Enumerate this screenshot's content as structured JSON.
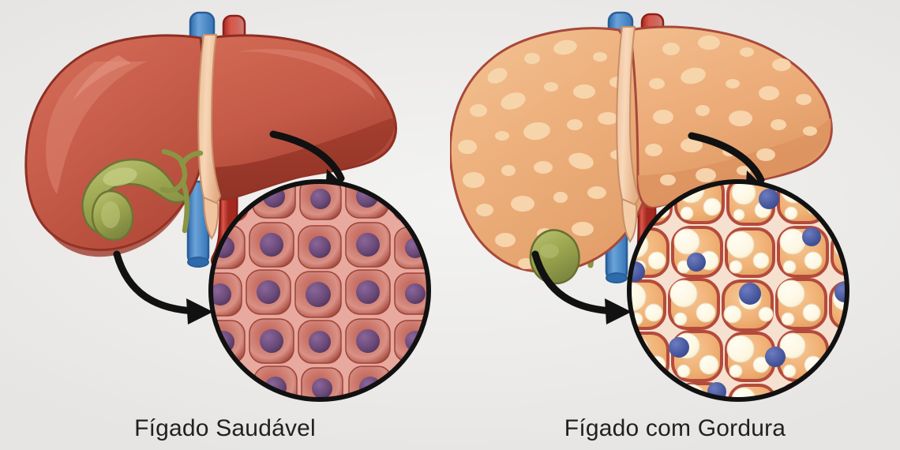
{
  "figure": {
    "kind": "medical-illustration",
    "subject": "liver-comparison",
    "background_color": "#eeeeec"
  },
  "panels": [
    {
      "id": "healthy",
      "caption": "Fígado Saudável",
      "organ": {
        "name": "liver-healthy",
        "body_color": "#cb5f4c",
        "body_color_dark": "#b34a3a",
        "body_color_light": "#d87a65",
        "outline_color": "#8e2f24",
        "shading_color": "#a8402f"
      },
      "ligament": {
        "name": "falciform-ligament",
        "color": "#f2c9a8",
        "outline": "#c98f68"
      },
      "gallbladder": {
        "name": "gallbladder",
        "color": "#9aa44e",
        "highlight": "#bcc472",
        "outline": "#6c7535"
      },
      "bile_duct": {
        "name": "bile-duct",
        "color": "#8a9543",
        "outline": "#656f2e"
      },
      "vein": {
        "name": "hepatic-vein",
        "color": "#3f7ec0",
        "light": "#6ba3d8",
        "outline": "#2a5d98"
      },
      "artery": {
        "name": "hepatic-artery",
        "color": "#c2392f",
        "light": "#d9584a",
        "outline": "#8e2018"
      },
      "inset": {
        "name": "hepatocytes-healthy",
        "border_color": "#111111",
        "cell_color": "#b8544a",
        "cell_color_dark": "#9c4238",
        "cell_edge_color": "#eaa79c",
        "gap_color": "#e8a99e",
        "nucleus_color": "#6b4b7a",
        "nucleus_dark": "#4e3359",
        "cell_rows": 6,
        "cell_cols": 6,
        "description": "Células hepáticas uniformes com núcleos roxos centrais"
      },
      "arrows": [
        {
          "name": "arrow-organ-to-inset",
          "color": "#111111"
        },
        {
          "name": "arrow-lower-to-inset",
          "color": "#111111"
        }
      ]
    },
    {
      "id": "fatty",
      "caption": "Fígado com Gordura",
      "organ": {
        "name": "liver-fatty",
        "body_color": "#eeb27f",
        "body_color_dark": "#e0a070",
        "body_color_light": "#f6cfa6",
        "outline_color": "#a8483a",
        "shading_color": "#e09a66",
        "fat_spot_color": "#f8d7ae"
      },
      "ligament": {
        "name": "falciform-ligament",
        "color": "#f5cfae",
        "outline": "#c98f68"
      },
      "gallbladder": {
        "name": "gallbladder",
        "color": "#8c9a46",
        "highlight": "#aab464",
        "outline": "#667031"
      },
      "bile_duct": {
        "name": "bile-duct",
        "color": "#8a9543",
        "outline": "#656f2e"
      },
      "vein": {
        "name": "hepatic-vein",
        "color": "#3f7ec0",
        "light": "#6ba3d8",
        "outline": "#2a5d98"
      },
      "artery": {
        "name": "hepatic-artery",
        "color": "#c2392f",
        "light": "#d9584a",
        "outline": "#8e2018"
      },
      "inset": {
        "name": "hepatocytes-steatosis",
        "border_color": "#111111",
        "cell_color": "#f0b074",
        "cell_color_dark": "#e39a5c",
        "cell_edge_color": "#b44a3c",
        "gap_color": "#f6e0cf",
        "nucleus_color": "#4a5aa0",
        "nucleus_dark": "#36448a",
        "lipid_color": "#fdf6e0",
        "lipid_outline": "#e8d9ba",
        "cell_rows": 5,
        "cell_cols": 5,
        "description": "Células hepáticas cheias de vacúolos de gordura com núcleos deslocados"
      },
      "arrows": [
        {
          "name": "arrow-organ-to-inset",
          "color": "#111111"
        },
        {
          "name": "arrow-lower-to-inset",
          "color": "#111111"
        }
      ]
    }
  ]
}
